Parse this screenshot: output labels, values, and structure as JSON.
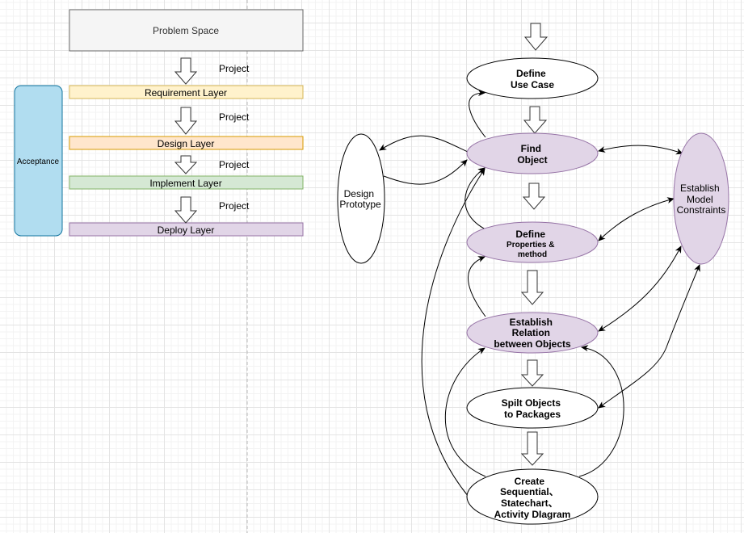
{
  "left_diagram": {
    "problem_space": "Problem Space",
    "acceptance": "Acceptance",
    "layers": [
      {
        "label": "Requirement Layer",
        "fill": "#fff2cc",
        "stroke": "#d6b656"
      },
      {
        "label": "Design Layer",
        "fill": "#ffe6cc",
        "stroke": "#d79b00"
      },
      {
        "label": "Implement Layer",
        "fill": "#d5e8d4",
        "stroke": "#82b366"
      },
      {
        "label": "Deploy Layer",
        "fill": "#e1d5e7",
        "stroke": "#9673a6"
      }
    ],
    "project_labels": [
      "Project",
      "Project",
      "Project",
      "Project"
    ],
    "colors": {
      "problem_fill": "#f5f5f5",
      "problem_stroke": "#666666",
      "acceptance_fill": "#b1ddf0",
      "acceptance_stroke": "#10739e"
    }
  },
  "right_diagram": {
    "nodes": {
      "define_use_case": [
        "Define",
        "Use Case"
      ],
      "find_object": [
        "Find",
        "Object"
      ],
      "define_properties": [
        "Define",
        "Properties &",
        "method"
      ],
      "establish_relation": [
        "Establish",
        "Relation",
        "between Objects"
      ],
      "split_objects": [
        "Spilt Objects",
        "to Packages"
      ],
      "create_diagrams": [
        "Create",
        "Sequential、",
        "Statechart、",
        "Activity DIagram"
      ],
      "design_prototype": [
        "Design",
        "Prototype"
      ],
      "model_constraints": [
        "Establish",
        "Model",
        "Constraints"
      ]
    },
    "colors": {
      "highlight_fill": "#e1d5e7",
      "highlight_stroke": "#9673a6",
      "plain_fill": "#ffffff",
      "plain_stroke": "#000000"
    }
  }
}
